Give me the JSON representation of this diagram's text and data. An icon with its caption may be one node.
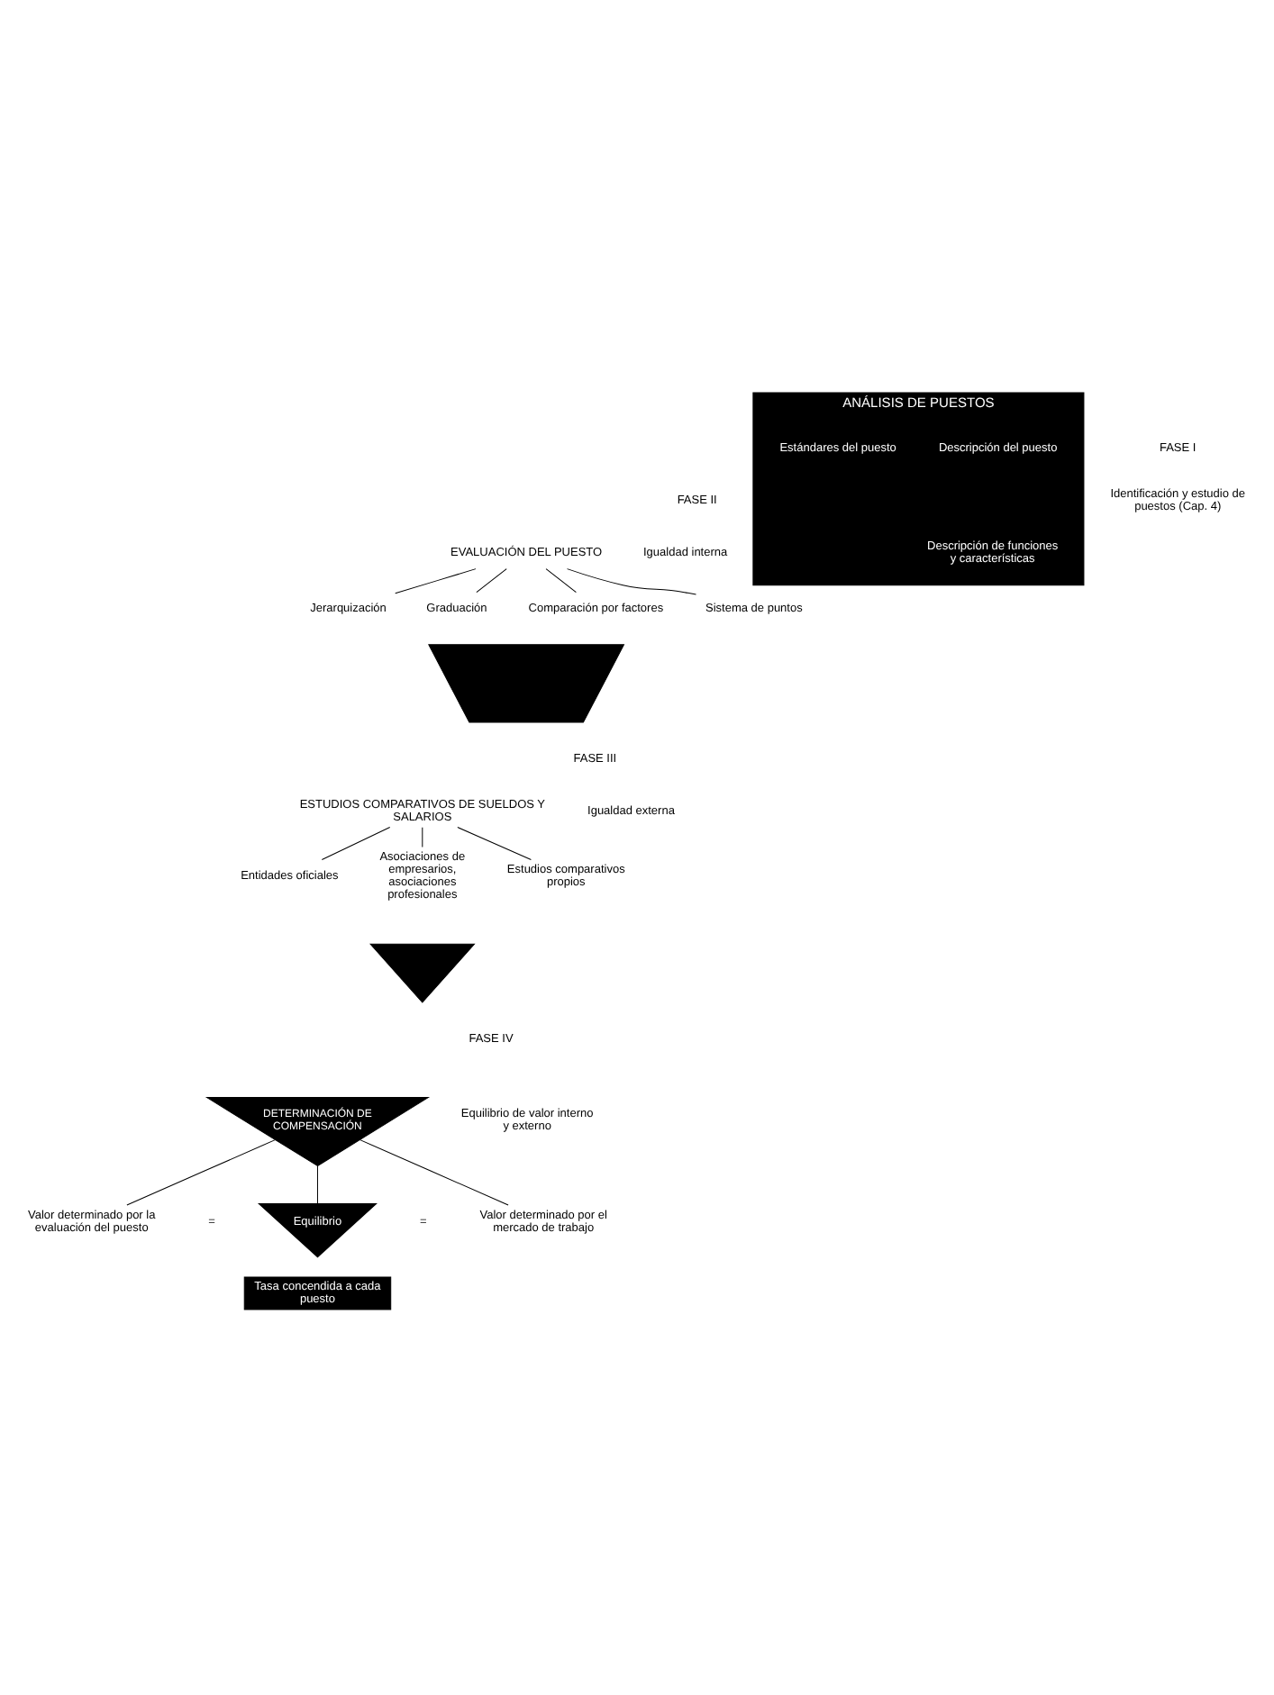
{
  "diagram": {
    "nodes": [
      {
        "text": [
          "ANÁLISIS DE PUESTOS"
        ]
      },
      {
        "text": [
          "Descripción de funciones y características"
        ],
        "in": 0
      },
      {
        "text": [
          "Descripción del puesto"
        ],
        "in": 0
      },
      {
        "text": [
          "Estándares del puesto"
        ],
        "in": 0
      },
      {
        "text": [
          "EVALUACIÓN DEL PUESTO"
        ]
      },
      {
        "text": [
          "Jerarquización"
        ]
      },
      {
        "text": [
          "Graduación"
        ]
      },
      {
        "text": [
          "Comparación por factores"
        ]
      },
      {
        "text": [
          "Sistema de puntos"
        ]
      },
      {
        "text": [],
        "shape": "trapezoid"
      },
      {
        "text": [
          "ESTUDIOS COMPARATIVOS DE SUELDOS Y SALARIOS"
        ]
      },
      {
        "text": [
          "Entidades oficiales"
        ]
      },
      {
        "text": [
          "Asociaciones de empresarios, asociaciones profesionales"
        ]
      },
      {
        "text": [
          "Estudios comparativos propios"
        ]
      },
      {
        "text": [],
        "shape": "triangle"
      },
      {
        "text": [
          "DETERMINACIÓN DE COMPENSACIÓN"
        ]
      },
      {
        "text": [
          "Valor determinado por la evaluación del puesto"
        ]
      },
      {
        "text": [
          "Equilibrio"
        ]
      },
      {
        "text": [
          "Valor determinado por el mercado de trabajo"
        ]
      },
      {
        "text": [
          "Tasa concendida a cada puesto"
        ]
      }
    ],
    "edges": [
      {
        "from": 4,
        "to": 5,
        "arrow": "none"
      },
      {
        "from": 4,
        "to": 6,
        "arrow": "none"
      },
      {
        "from": 4,
        "to": 7,
        "arrow": "none"
      },
      {
        "from": 4,
        "to": 8,
        "arrow": "none"
      },
      {
        "from": 10,
        "to": 11,
        "arrow": "none"
      },
      {
        "from": 10,
        "to": 12,
        "arrow": "none"
      },
      {
        "from": 10,
        "to": 13,
        "arrow": "none"
      },
      {
        "from": 15,
        "to": 16,
        "arrow": "none"
      },
      {
        "from": 15,
        "to": 17,
        "arrow": "none"
      },
      {
        "from": 15,
        "to": 18,
        "arrow": "none"
      }
    ],
    "labels": [
      "FASE I",
      "Identificación y estudio de puestos (Cap. 4)",
      "FASE II",
      "Igualdad interna",
      "FASE III",
      "Igualdad externa",
      "FASE IV",
      "Equilibrio de valor interno y externo",
      "=",
      "="
    ]
  }
}
